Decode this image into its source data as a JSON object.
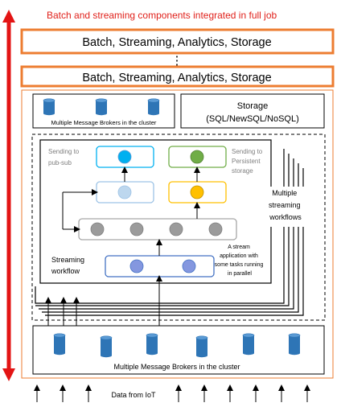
{
  "title": "Batch and streaming components integrated in full job",
  "colors": {
    "title": "#e0211b",
    "orange": "#ed7d31",
    "red_arrow": "#e31414",
    "cylinder": "#2e75b6",
    "cylinder_top": "#5b9bd5",
    "node_blue": "#00b0f0",
    "node_light_blue": "#bdd7ee",
    "node_green": "#70ad47",
    "node_yellow": "#ffc000",
    "node_gray": "#9b9b9b",
    "node_purple": "#8497df",
    "frame_blue": "#9dc3e6",
    "frame_green": "#70ad47",
    "frame_yellow": "#ffc000"
  },
  "layers": [
    {
      "label": "Batch, Streaming, Analytics, Storage"
    },
    {
      "label": "Batch, Streaming, Analytics, Storage"
    }
  ],
  "ellipsis": "⋮",
  "top_brokers_label": "Multiple Message Brokers in the cluster",
  "storage": {
    "title": "Storage",
    "subtitle": "(SQL/NewSQL/NoSQL)"
  },
  "sending_pubsub": [
    "Sending to",
    "pub-sub"
  ],
  "sending_persistent": [
    "Sending to",
    "Persistent",
    "storage"
  ],
  "multiple_workflows": [
    "Multiple",
    "streaming",
    "workflows"
  ],
  "streaming_workflow": [
    "Streaming",
    "workflow"
  ],
  "stream_app": [
    "A stream",
    "application with",
    "some tasks running",
    "in parallel"
  ],
  "bottom_brokers_label": "Multiple Message Brokers in the cluster",
  "data_from_iot": "Data from IoT"
}
